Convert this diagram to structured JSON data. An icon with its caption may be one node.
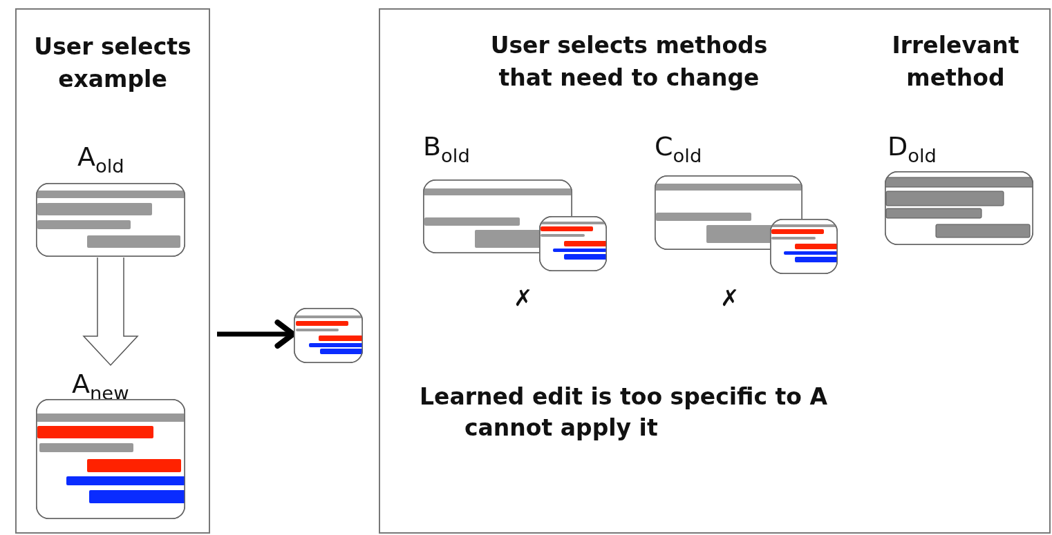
{
  "diagram": {
    "nodes": [
      {
        "text": [
          "User selects example"
        ]
      },
      {
        "text": [
          "A$_{old}$"
        ],
        "in": 0
      },
      {
        "text": [
          "A$_{new}$"
        ],
        "in": 0
      },
      {
        "text": [],
        "shape": "box"
      },
      {
        "text": [
          "User selects methods that need to change",
          "Irrelevant method"
        ]
      },
      {
        "text": [
          "B$_{old}$"
        ],
        "in": 4
      },
      {
        "text": [],
        "shape": "box",
        "in": 4
      },
      {
        "text": [
          "C$_{old}$"
        ],
        "in": 4
      },
      {
        "text": [],
        "shape": "box",
        "in": 4
      },
      {
        "text": [
          "D$_{old}$"
        ],
        "in": 4
      }
    ],
    "edges": [
      {
        "from": 1,
        "to": 2,
        "arrow": "to"
      },
      {
        "from": 0,
        "to": 3,
        "arrow": "to"
      }
    ],
    "labels": [
      "✗",
      "✗",
      "Learned edit is too specific to A",
      "cannot apply it"
    ]
  }
}
